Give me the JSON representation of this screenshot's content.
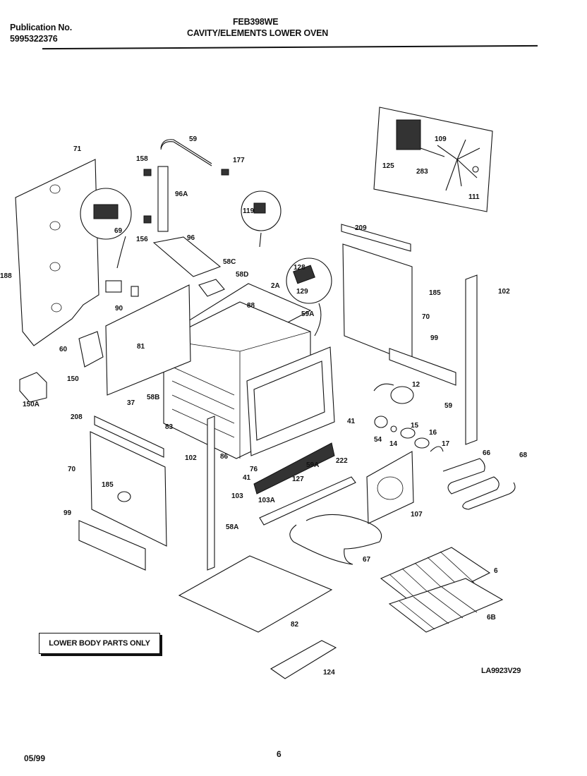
{
  "header": {
    "publication_label": "Publication No.",
    "publication_number": "5995322376",
    "model": "FEB398WE",
    "section_title": "CAVITY/ELEMENTS LOWER OVEN"
  },
  "footer": {
    "date": "05/99",
    "page": "6",
    "drawing_code": "LA9923V29"
  },
  "note_box": "LOWER BODY PARTS ONLY",
  "callouts": [
    "71",
    "158",
    "59",
    "177",
    "96A",
    "119",
    "156",
    "96",
    "128",
    "129",
    "209",
    "185",
    "102",
    "188",
    "69",
    "90",
    "58C",
    "58D",
    "2A",
    "88",
    "59A",
    "70",
    "99",
    "60",
    "81",
    "150",
    "150A",
    "58B",
    "86",
    "12",
    "59",
    "37",
    "83",
    "208",
    "54",
    "15",
    "14",
    "16",
    "17",
    "66",
    "68",
    "70",
    "102",
    "41",
    "76",
    "41",
    "59A",
    "222",
    "127",
    "185",
    "103",
    "103A",
    "107",
    "99",
    "58A",
    "67",
    "6",
    "82",
    "6B",
    "124",
    "109",
    "125",
    "283",
    "111"
  ]
}
